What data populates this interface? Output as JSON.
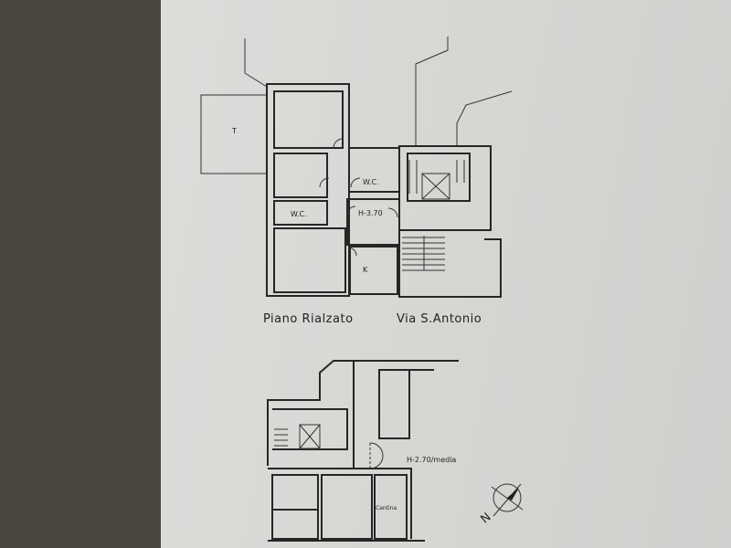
{
  "plan": {
    "ground_floor": {
      "title": "Piano Rialzato",
      "street": "Via S.Antonio",
      "rooms": [
        "T",
        "W.C.",
        "W.C.",
        "H-3.70",
        "K"
      ]
    },
    "basement": {
      "height_note": "H-2.70/media",
      "rooms": [
        "Cantina"
      ]
    },
    "north_label": "N"
  },
  "colors": {
    "paper": "#d8d8d5",
    "ink": "#262626",
    "background": "#4a4640"
  }
}
